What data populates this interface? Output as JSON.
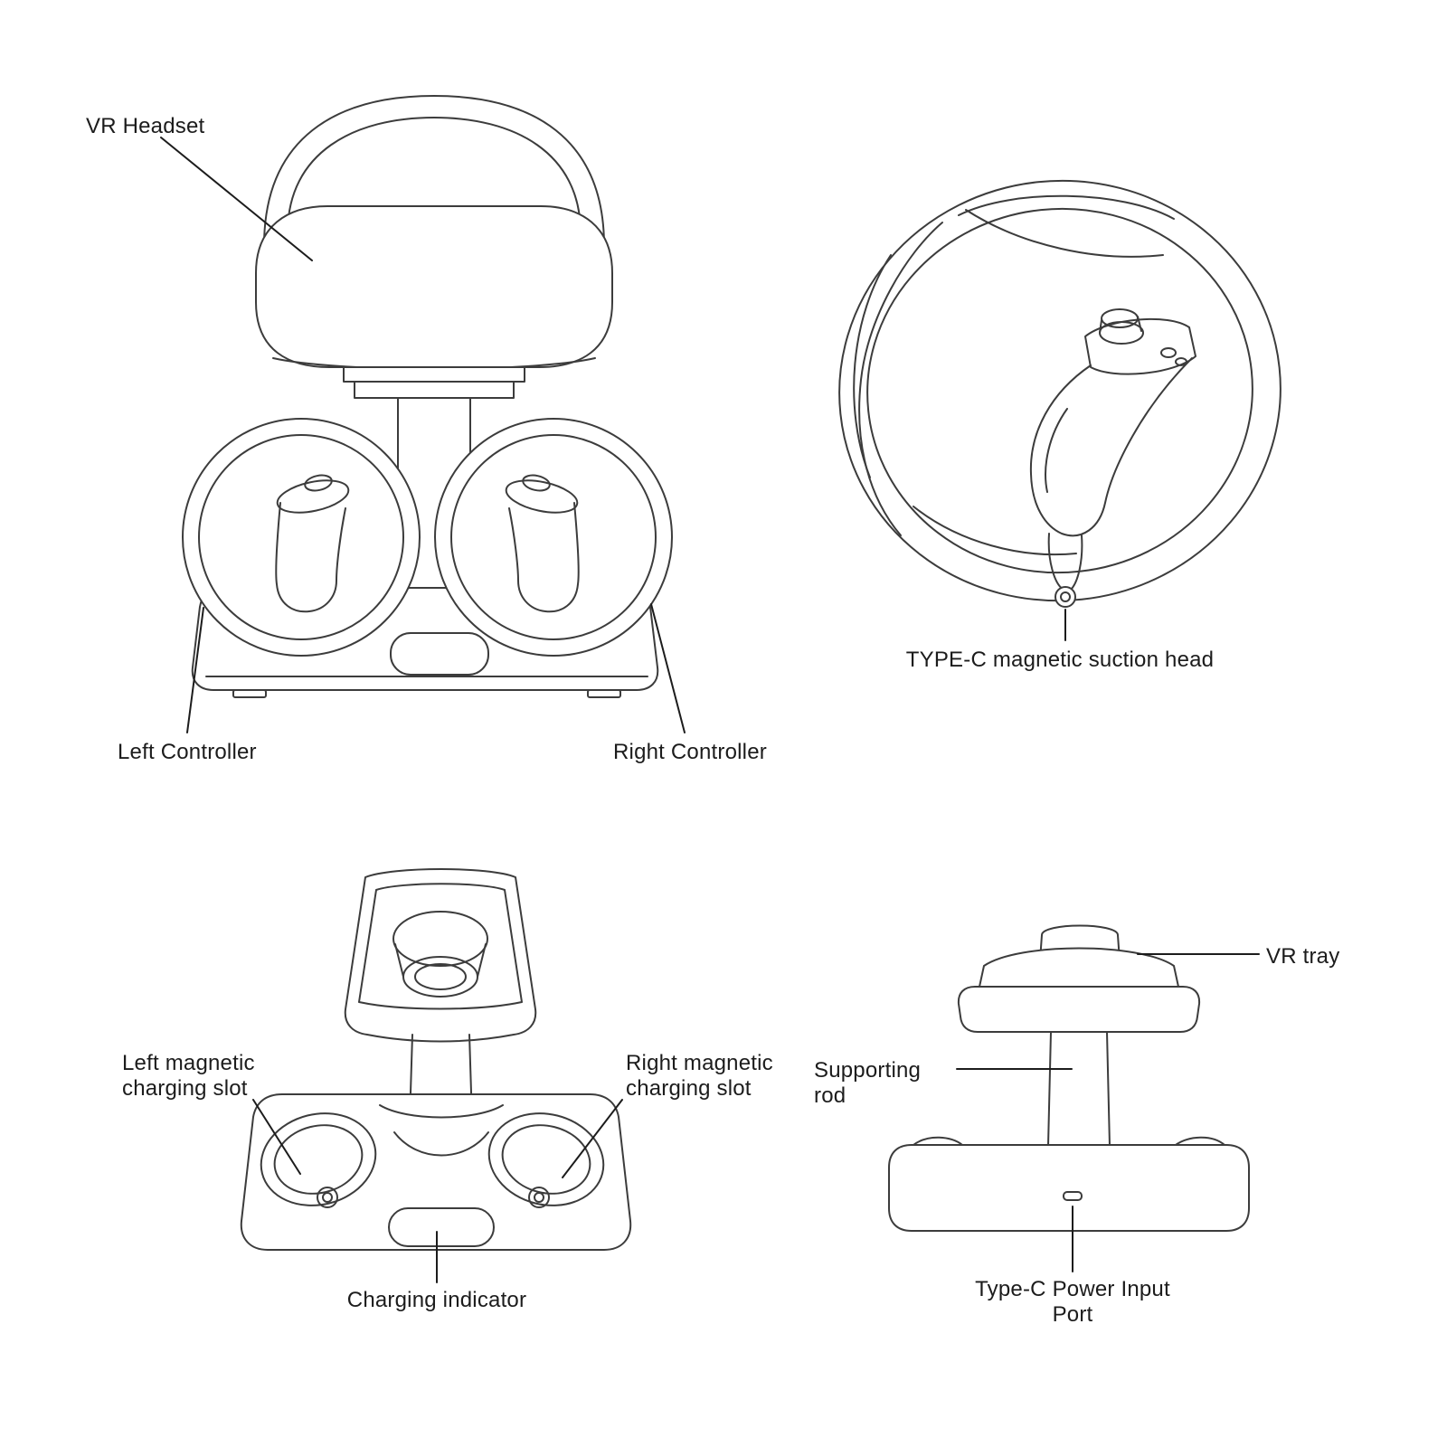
{
  "labels": {
    "vr_headset": "VR Headset",
    "left_controller": "Left Controller",
    "right_controller": "Right Controller",
    "type_c_suction": "TYPE-C magnetic suction head",
    "left_slot": "Left magnetic charging slot",
    "right_slot": "Right magnetic charging slot",
    "charging_indicator": "Charging indicator",
    "vr_tray": "VR tray",
    "supporting_rod": "Supporting rod",
    "type_c_power": "Type-C Power Input Port"
  },
  "colors": {
    "line": "#3c3c3c",
    "leader": "#1c1c1c",
    "text": "#1c1c1c",
    "background": "#ffffff"
  }
}
